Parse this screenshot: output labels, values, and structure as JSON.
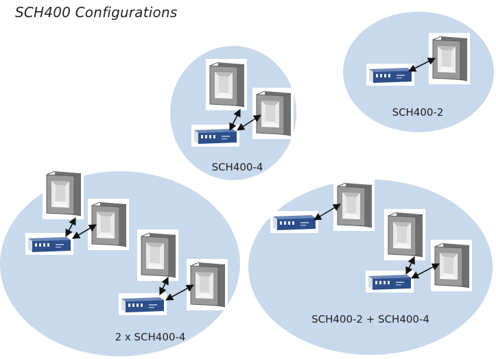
{
  "title": "SCH400 Configurations",
  "colors": {
    "ellipse_fill": "#c8d9ec",
    "device_body": "#2c4f8a",
    "frame_gray": "#8b8b8b",
    "arrow": "#111111"
  },
  "icons": {
    "controller": "controller-unit-icon",
    "sensor": "sensor-frame-icon",
    "link": "double-arrow-icon"
  },
  "configurations": [
    {
      "label": "SCH400-4"
    },
    {
      "label": "SCH400-2"
    },
    {
      "label": "2 x SCH400-4"
    },
    {
      "label": "SCH400-2 + SCH400-4"
    }
  ]
}
